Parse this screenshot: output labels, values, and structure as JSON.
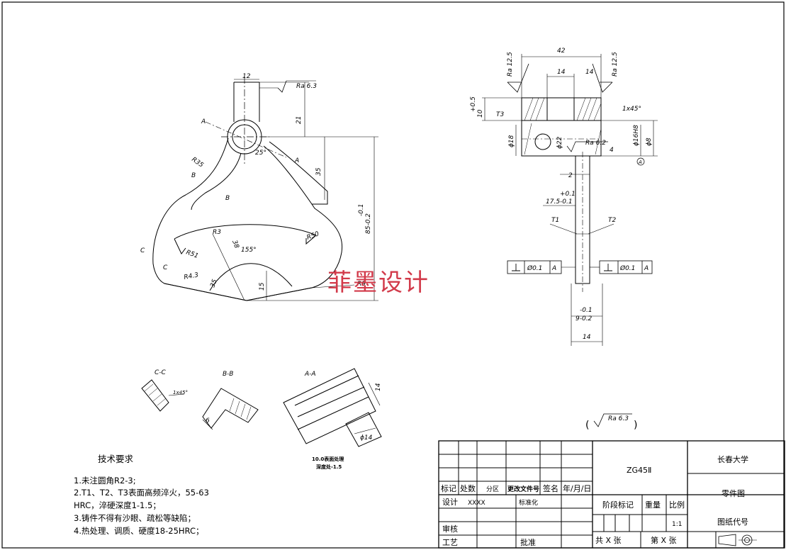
{
  "watermark": "菲墨设计",
  "roughness_note": "Ra 6.3",
  "main_view": {
    "dims": [
      "12",
      "21",
      "35",
      "85-0.2",
      "-0.1",
      "R35",
      "R3",
      "R50",
      "R51",
      "R4.3",
      "15",
      "R9",
      "35",
      "155°",
      "25°",
      "38"
    ],
    "labels": [
      "A",
      "A",
      "B",
      "B",
      "C",
      "C",
      "Ra 6.3"
    ]
  },
  "side_view": {
    "dims": [
      "42",
      "14",
      "14",
      "Ra 12.5",
      "Ra 12.5",
      "10",
      "+0.5",
      "T3",
      "1x45°",
      "ϕ18",
      "ϕ22",
      "ϕ16H8",
      "ϕ8",
      "Ra 6.2",
      "4",
      "2",
      "+0.1",
      "17.5-0.1",
      "T1",
      "T2",
      "Ø0.1",
      "A",
      "Ø0.1",
      "A",
      "-0.1",
      "9-0.2",
      "14",
      "A"
    ]
  },
  "sections": {
    "cc": "C-C",
    "bb": "B-B",
    "aa": "A-A",
    "aa_note1": "10.0表面处理",
    "aa_note2": "深度处-1.5",
    "chamfer": "1x45°",
    "dim14a": "14",
    "dim14b": "ϕ14",
    "dim6": "6"
  },
  "tech": {
    "title": "技术要求",
    "lines": [
      "1.未注圆角R2-3;",
      "2.T1、T2、T3表面高频淬火，55-63",
      "HRC，淬硬深度1-1.5；",
      "3.铸件不得有沙眼、疏松等缺陷；",
      "4.热处理、调质、硬度18-25HRC；"
    ]
  },
  "title_block": {
    "material": "ZG45Ⅱ",
    "school": "长春大学",
    "drawing_name": "零件图",
    "drawing_code": "图纸代号",
    "row_mark": [
      "标记",
      "处数",
      "分区",
      "更改文件号",
      "签名",
      "年/月/日"
    ],
    "design": "设计",
    "designer": "XXXX",
    "standard": "标准化",
    "review": "审核",
    "process": "工艺",
    "approve": "批准",
    "stage": "阶段标记",
    "weight": "重量",
    "scale": "比例",
    "scale_val": "1:1",
    "sheets": "共  X  张",
    "sheet_no": "第  X  张"
  }
}
